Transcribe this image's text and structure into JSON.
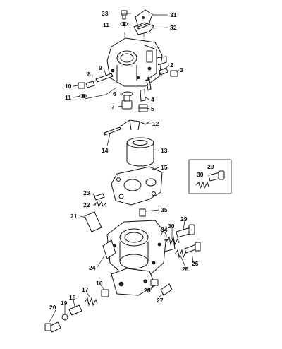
{
  "callouts": {
    "c33": "33",
    "c31": "31",
    "c11a": "11",
    "c32": "32",
    "c2": "2",
    "c3": "3",
    "c9": "9",
    "c8": "8",
    "c10": "10",
    "c11b": "11",
    "c1": "1",
    "c6": "6",
    "c4": "4",
    "c7": "7",
    "c5": "5",
    "c12": "12",
    "c14": "14",
    "c13": "13",
    "c15": "15",
    "c29a": "29",
    "c30a": "30",
    "c23": "23",
    "c22": "22",
    "c21": "21",
    "c35": "35",
    "c29b": "29",
    "c30b": "30",
    "c34": "34",
    "c24": "24",
    "c26": "26",
    "c25": "25",
    "c16": "16",
    "c17": "17",
    "c18": "18",
    "c19": "19",
    "c20": "20",
    "c28": "28",
    "c27": "27"
  }
}
